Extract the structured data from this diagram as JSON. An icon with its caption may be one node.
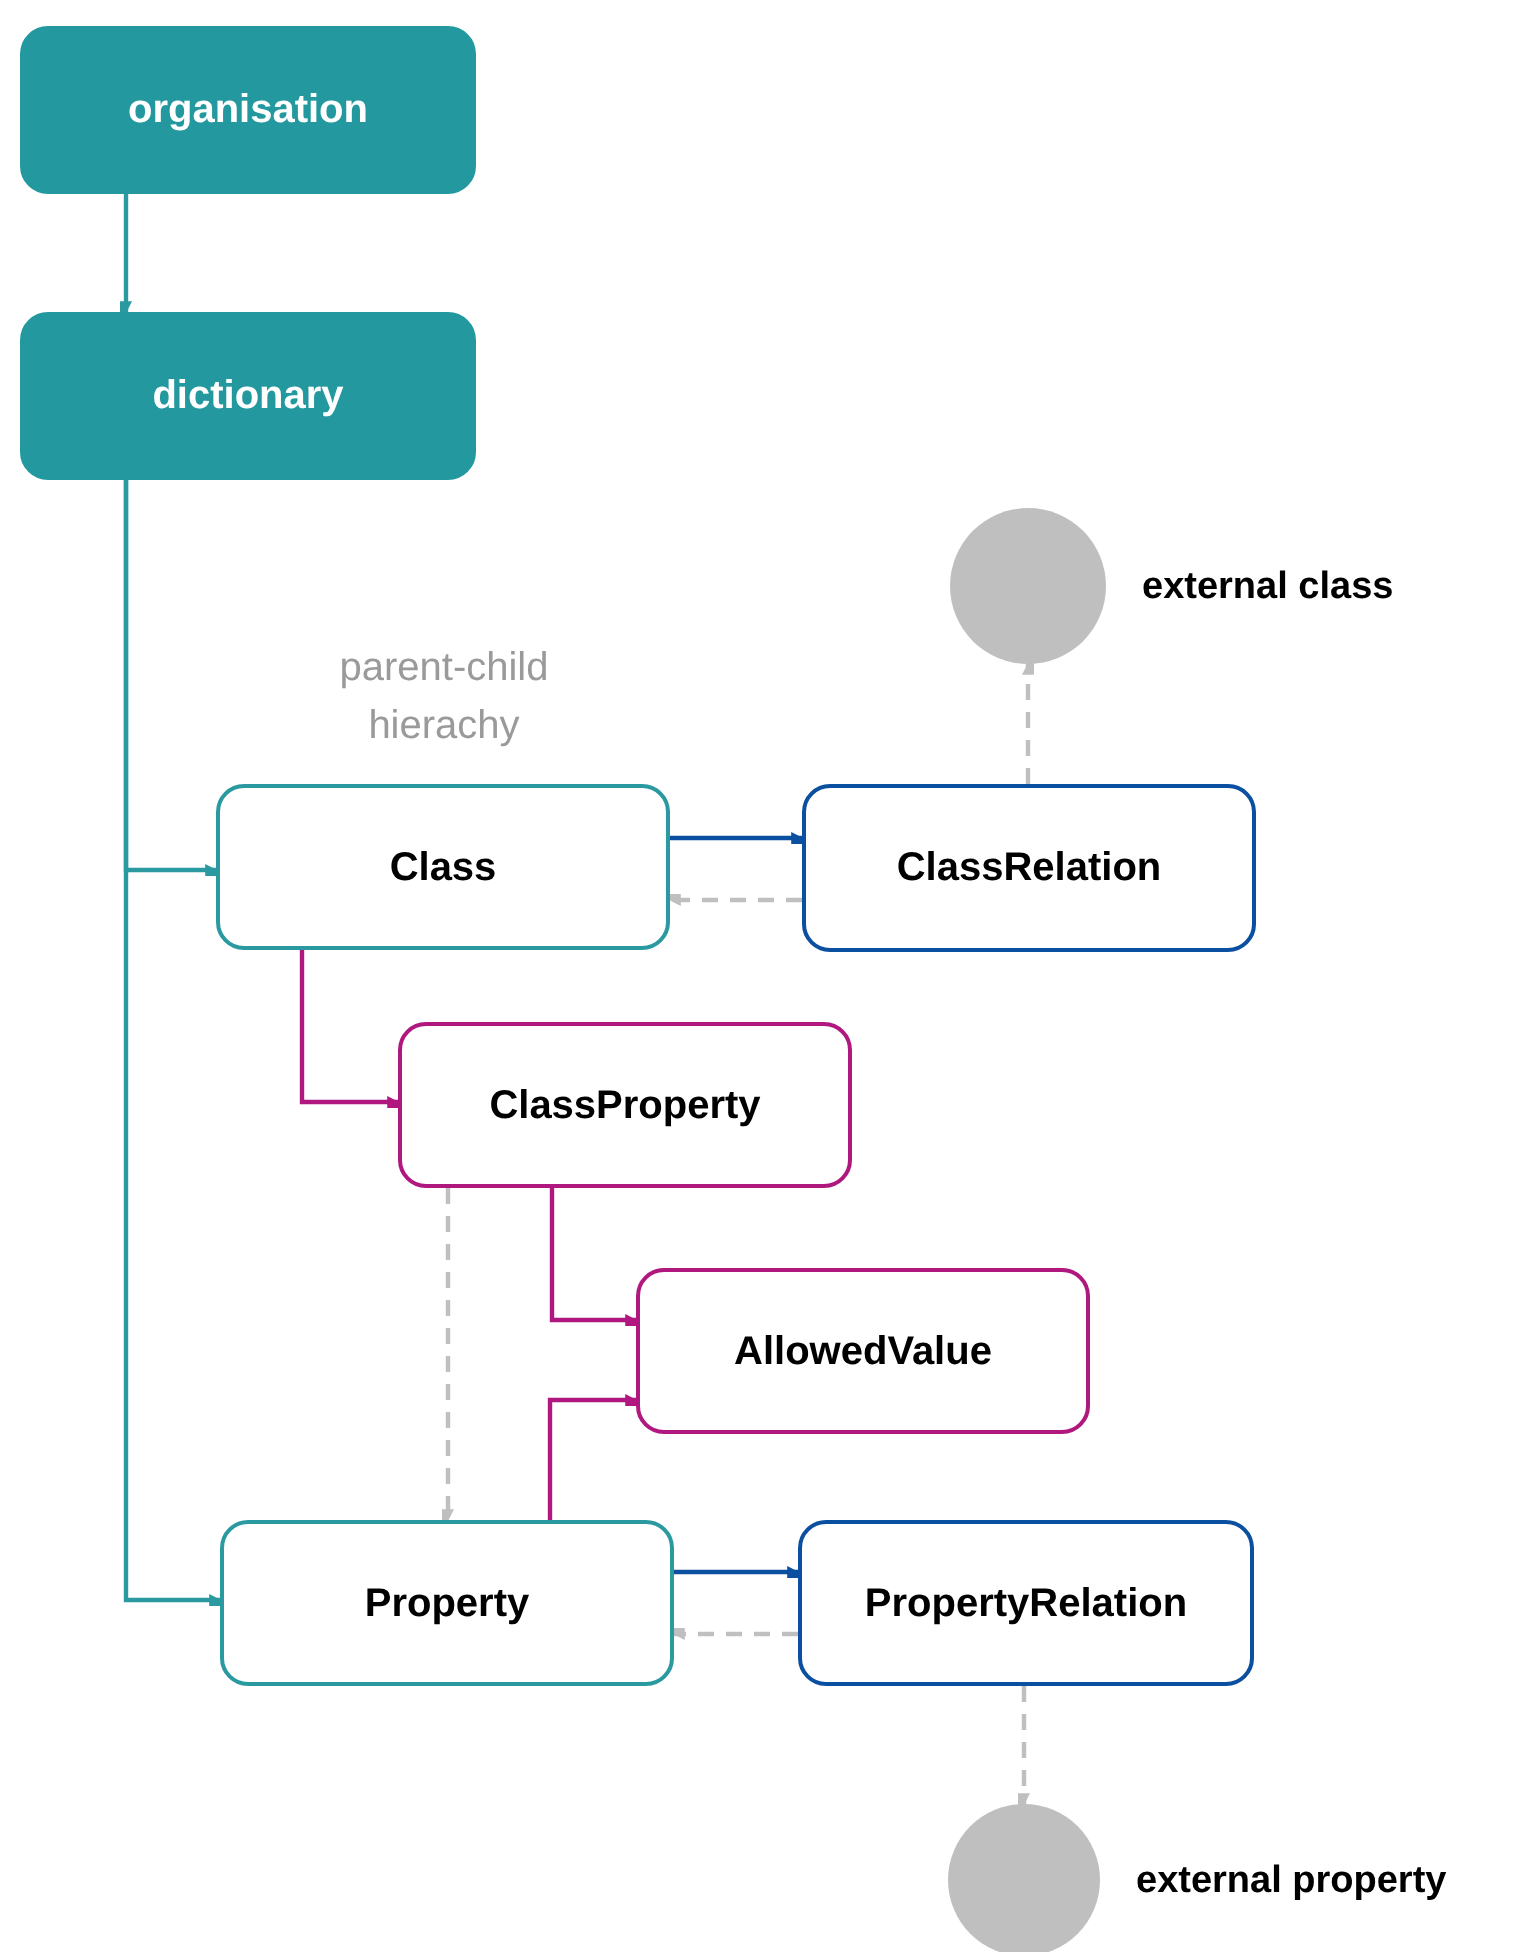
{
  "diagram": {
    "nodes": [
      {
        "text": [
          "organisation"
        ]
      },
      {
        "text": [
          "dictionary"
        ]
      },
      {
        "text": [
          "Class"
        ]
      },
      {
        "text": [
          "ClassRelation"
        ]
      },
      {
        "text": [],
        "shape": "circle",
        "beside": [
          "external class"
        ]
      },
      {
        "text": [
          "ClassProperty"
        ]
      },
      {
        "text": [
          "AllowedValue"
        ]
      },
      {
        "text": [
          "Property"
        ]
      },
      {
        "text": [
          "PropertyRelation"
        ]
      },
      {
        "text": [],
        "shape": "circle",
        "beside": [
          "external property"
        ]
      }
    ],
    "edges": [
      {
        "from": 0,
        "to": 1,
        "arrow": "to",
        "color": "#2a9aa0"
      },
      {
        "from": 1,
        "to": 2,
        "arrow": "to",
        "color": "#2a9aa0"
      },
      {
        "from": 1,
        "to": 7,
        "arrow": "to",
        "color": "#2a9aa0"
      },
      {
        "from": 2,
        "to": 3,
        "arrow": "to",
        "color": "#0b4fa0"
      },
      {
        "from": 3,
        "to": 2,
        "arrow": "to",
        "style": "dashed"
      },
      {
        "from": 3,
        "to": 4,
        "arrow": "to",
        "style": "dashed"
      },
      {
        "from": 2,
        "to": 5,
        "arrow": "to",
        "color": "#b0187f"
      },
      {
        "from": 5,
        "to": 6,
        "arrow": "to",
        "color": "#b0187f"
      },
      {
        "from": 5,
        "to": 7,
        "arrow": "to",
        "style": "dashed"
      },
      {
        "from": 7,
        "to": 6,
        "arrow": "to",
        "color": "#b0187f"
      },
      {
        "from": 7,
        "to": 8,
        "arrow": "to",
        "color": "#0b4fa0"
      },
      {
        "from": 8,
        "to": 7,
        "arrow": "to",
        "style": "dashed"
      },
      {
        "from": 8,
        "to": 9,
        "arrow": "to",
        "style": "dashed"
      }
    ],
    "labels": [
      "parent-child hierachy"
    ]
  }
}
